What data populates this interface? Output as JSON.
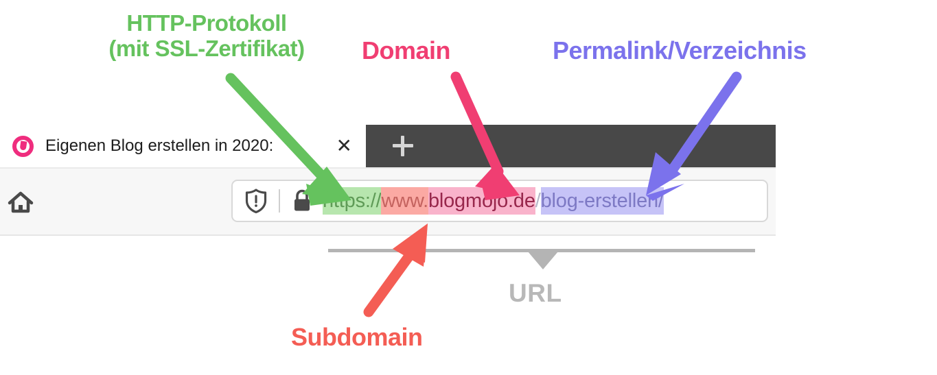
{
  "annotations": {
    "protocol": {
      "line1": "HTTP-Protokoll",
      "line2": "(mit SSL-Zertifikat)",
      "color": "#65c25e"
    },
    "domain": {
      "label": "Domain",
      "color": "#f03e72"
    },
    "permalink": {
      "label": "Permalink/Verzeichnis",
      "color": "#7b72ec"
    },
    "subdomain": {
      "label": "Subdomain",
      "color": "#f45d54"
    },
    "url_bracket": {
      "label": "URL",
      "color": "#b4b4b4"
    }
  },
  "browser": {
    "tab": {
      "title": "Eigenen Blog erstellen in 2020:",
      "favicon_name": "blogmojo-favicon",
      "close_label": "✕"
    },
    "newtab_label": "+",
    "toolbar": {
      "home_icon": "home-icon",
      "shield_icon": "shield-icon",
      "lock_icon": "lock-icon"
    },
    "url": {
      "protocol": "https://",
      "subdomain": "www.",
      "domain": "blogmojo.de",
      "separator": "/",
      "path": "blog-erstellen/",
      "full": "https://www.blogmojo.de/blog-erstellen/",
      "colors": {
        "protocol_bg": "#b7e6ae",
        "protocol_fg": "#5f9b57",
        "subdomain_bg": "#fba9a3",
        "subdomain_fg": "#c4635f",
        "domain_bg": "#f9b3cb",
        "domain_fg": "#98274c",
        "path_bg": "#c6c3f7",
        "path_fg": "#7d79c4"
      }
    }
  }
}
